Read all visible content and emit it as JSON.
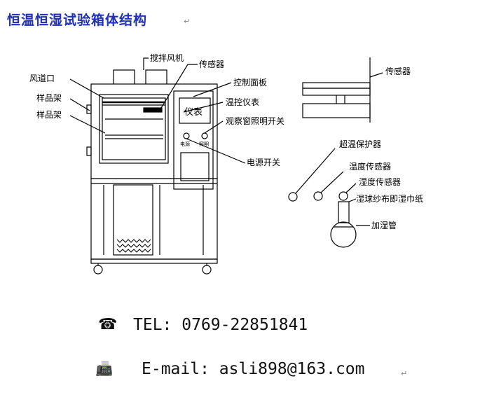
{
  "title": "恒温恒湿试验箱体结构",
  "title_mark": "↵",
  "labels": {
    "stir_fan": "搅拌风机",
    "sensor_top": "传感器",
    "air_duct": "风道口",
    "sample_rack_1": "样品架",
    "sample_rack_2": "样品架",
    "control_panel": "控制面板",
    "temp_controller": "温控仪表",
    "window_light_switch": "观察窗照明开关",
    "power_switch": "电源开关",
    "sensor_right": "传感器",
    "over_temp_protector": "超温保护器",
    "temp_sensor": "温度传感器",
    "humidity_sensor": "湿度传感器",
    "wet_bulb_gauze": "湿球纱布即湿巾纸",
    "humidifier_tube": "加湿管",
    "instrument_text": "仪表",
    "panel_power": "电源",
    "panel_light": "照明"
  },
  "contact": {
    "phone_icon": "☎",
    "phone": "TEL: 0769-22851841",
    "fax_icon": "📠",
    "email": "E-mail: asli898@163.com",
    "mark": "↵"
  },
  "colors": {
    "title": "#1f2fb8",
    "line": "#000000"
  }
}
